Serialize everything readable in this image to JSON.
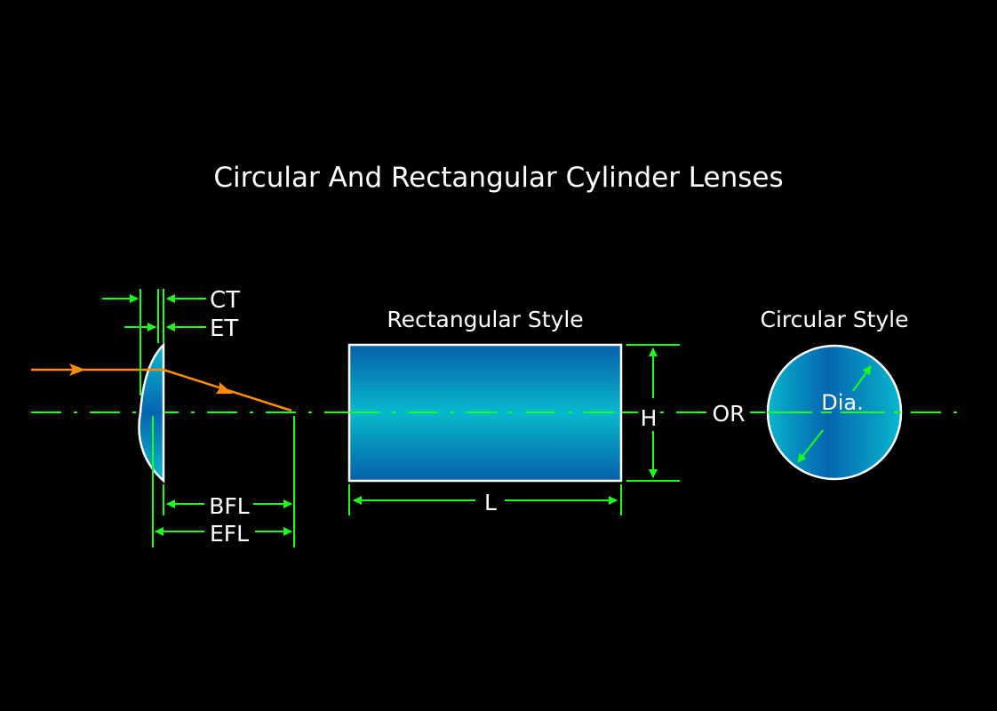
{
  "title": "Circular And Rectangular Cylinder Lenses",
  "labels": {
    "ct": "CT",
    "et": "ET",
    "bfl": "BFL",
    "efl": "EFL",
    "rectangular_style": "Rectangular Style",
    "circular_style": "Circular Style",
    "h": "H",
    "l": "L",
    "or": "OR",
    "dia": "Dia."
  },
  "colors": {
    "background": "#000000",
    "dimension": "#1aff1a",
    "ray": "#ff8c00",
    "lens_dark": "#0a6bb0",
    "lens_light": "#08b4cc"
  }
}
